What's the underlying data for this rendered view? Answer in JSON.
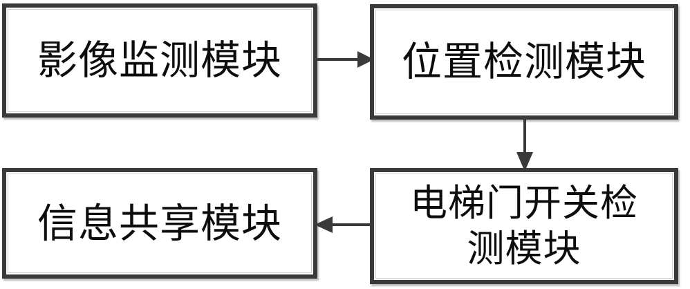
{
  "diagram": {
    "type": "flowchart",
    "title": "",
    "line_color": "#3a3a3a",
    "box_border_color": "#3a3a3a",
    "box_fill_color": "#ffffff",
    "text_color": "#0d0d0d",
    "nodes": [
      {
        "id": "image-monitoring",
        "label": "影像监测模块",
        "position": "top-left"
      },
      {
        "id": "position-detection",
        "label": "位置检测模块",
        "position": "top-right"
      },
      {
        "id": "elevator-door-switch-detection",
        "label": "电梯门开关检\n测模块",
        "position": "bottom-right"
      },
      {
        "id": "information-sharing",
        "label": "信息共享模块",
        "position": "bottom-left"
      }
    ],
    "edges": [
      {
        "id": "image-to-position",
        "from": "image-monitoring",
        "to": "position-detection",
        "direction": "right",
        "label": ""
      },
      {
        "id": "position-to-door",
        "from": "position-detection",
        "to": "elevator-door-switch-detection",
        "direction": "down",
        "label": ""
      },
      {
        "id": "door-to-information",
        "from": "elevator-door-switch-detection",
        "to": "information-sharing",
        "direction": "left",
        "label": ""
      }
    ]
  }
}
